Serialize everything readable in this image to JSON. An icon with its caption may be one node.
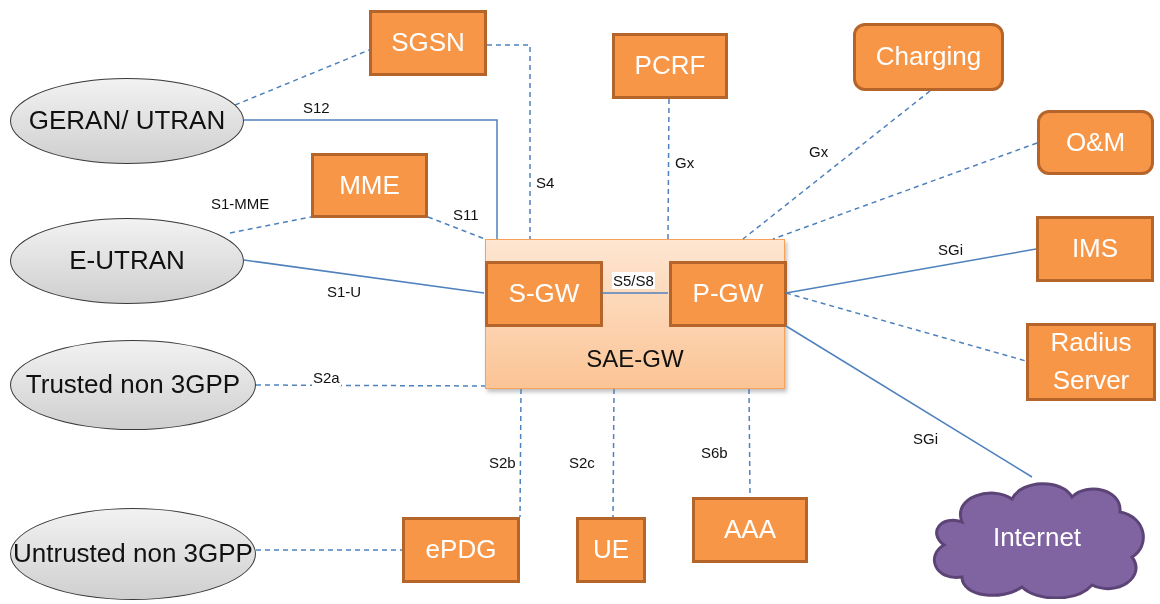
{
  "diagram": {
    "nodes": [
      {
        "text": [
          "SGSN"
        ]
      },
      {
        "text": [
          "PCRF"
        ]
      },
      {
        "text": [
          "Charging"
        ]
      },
      {
        "text": [
          "GERAN/ UTRAN"
        ]
      },
      {
        "text": [
          "O&M"
        ]
      },
      {
        "text": [
          "MME"
        ]
      },
      {
        "text": [
          "E-UTRAN"
        ]
      },
      {
        "text": [
          "SAE-GW"
        ]
      },
      {
        "text": [
          "S-GW"
        ],
        "in": 7
      },
      {
        "text": [
          "P-GW"
        ],
        "in": 7
      },
      {
        "text": [
          "IMS"
        ]
      },
      {
        "text": [
          "Trusted non 3GPP"
        ]
      },
      {
        "text": [
          "Radius Server"
        ]
      },
      {
        "text": [
          "ePDG"
        ]
      },
      {
        "text": [
          "UE"
        ]
      },
      {
        "text": [
          "AAA"
        ]
      },
      {
        "text": [
          "Untrusted non 3GPP"
        ]
      },
      {
        "text": [
          "Internet"
        ]
      }
    ],
    "edges": [
      {
        "from": 3,
        "to": 0,
        "arrow": "none",
        "style": "dashed"
      },
      {
        "from": 0,
        "to": 7,
        "arrow": "none",
        "style": "dashed",
        "label": "S4"
      },
      {
        "from": 3,
        "to": 7,
        "arrow": "none",
        "label": "S12"
      },
      {
        "from": 6,
        "to": 5,
        "arrow": "none",
        "style": "dashed",
        "label": "S1-MME"
      },
      {
        "from": 5,
        "to": 7,
        "arrow": "none",
        "style": "dashed",
        "label": "S11"
      },
      {
        "from": 6,
        "to": 8,
        "arrow": "none",
        "label": "S1-U"
      },
      {
        "from": 8,
        "to": 9,
        "arrow": "none",
        "label": "S5/S8"
      },
      {
        "from": 1,
        "to": 7,
        "arrow": "none",
        "style": "dashed",
        "label": "Gx"
      },
      {
        "from": 2,
        "to": 7,
        "arrow": "none",
        "style": "dashed",
        "label": "Gx"
      },
      {
        "from": 4,
        "to": 7,
        "arrow": "none",
        "style": "dashed"
      },
      {
        "from": 9,
        "to": 10,
        "arrow": "none",
        "label": "SGi"
      },
      {
        "from": 9,
        "to": 12,
        "arrow": "none",
        "style": "dashed"
      },
      {
        "from": 9,
        "to": 17,
        "arrow": "none",
        "label": "SGi"
      },
      {
        "from": 11,
        "to": 7,
        "arrow": "none",
        "style": "dashed",
        "label": "S2a"
      },
      {
        "from": 7,
        "to": 13,
        "arrow": "none",
        "style": "dashed",
        "label": "S2b"
      },
      {
        "from": 7,
        "to": 14,
        "arrow": "none",
        "style": "dashed",
        "label": "S2c"
      },
      {
        "from": 7,
        "to": 15,
        "arrow": "none",
        "style": "dashed",
        "label": "S6b"
      },
      {
        "from": 16,
        "to": 13,
        "arrow": "none",
        "style": "dashed"
      }
    ]
  }
}
